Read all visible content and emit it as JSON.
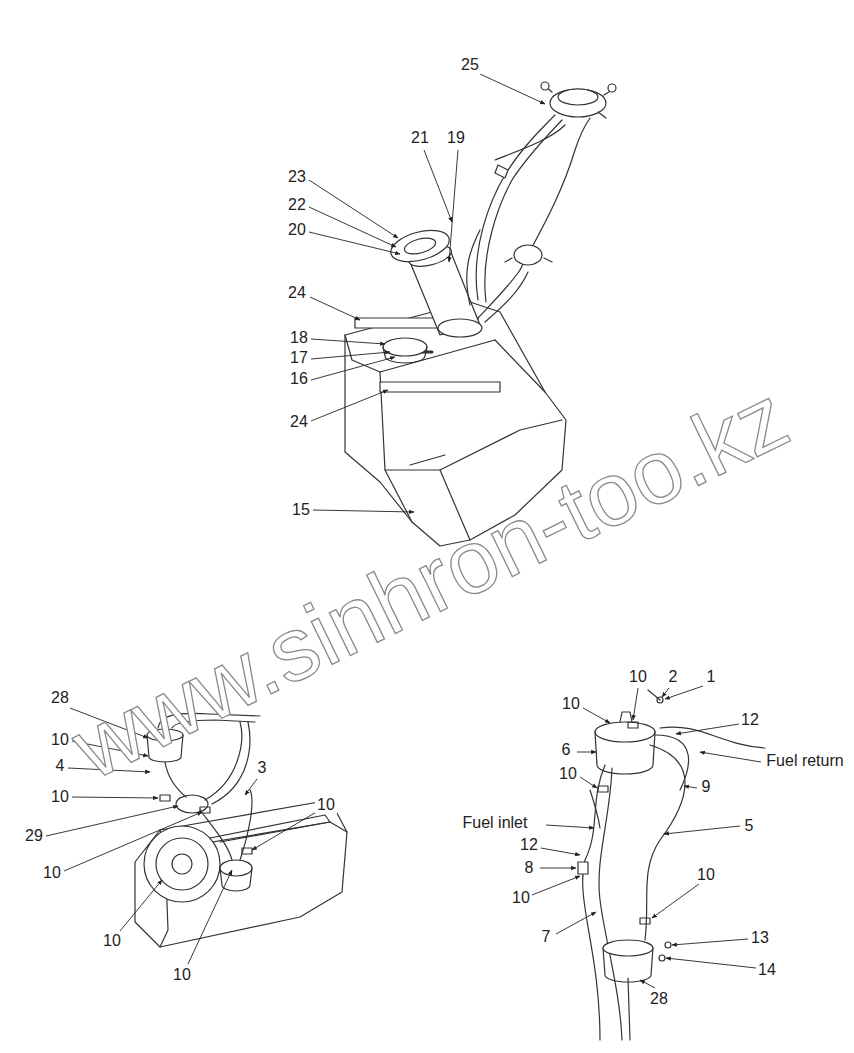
{
  "diagram": {
    "labels": [
      "25",
      "21",
      "19",
      "23",
      "22",
      "20",
      "24",
      "18",
      "17",
      "16",
      "24",
      "15",
      "www.sinhron-too.kz",
      "28",
      "10",
      "4",
      "10",
      "29",
      "10",
      "3",
      "10",
      "10",
      "10",
      "10",
      "2",
      "1",
      "10",
      "12",
      "Fuel return",
      "6",
      "9",
      "10",
      "Fuel inlet",
      "5",
      "12",
      "8",
      "10",
      "10",
      "7",
      "13",
      "14",
      "28"
    ]
  }
}
